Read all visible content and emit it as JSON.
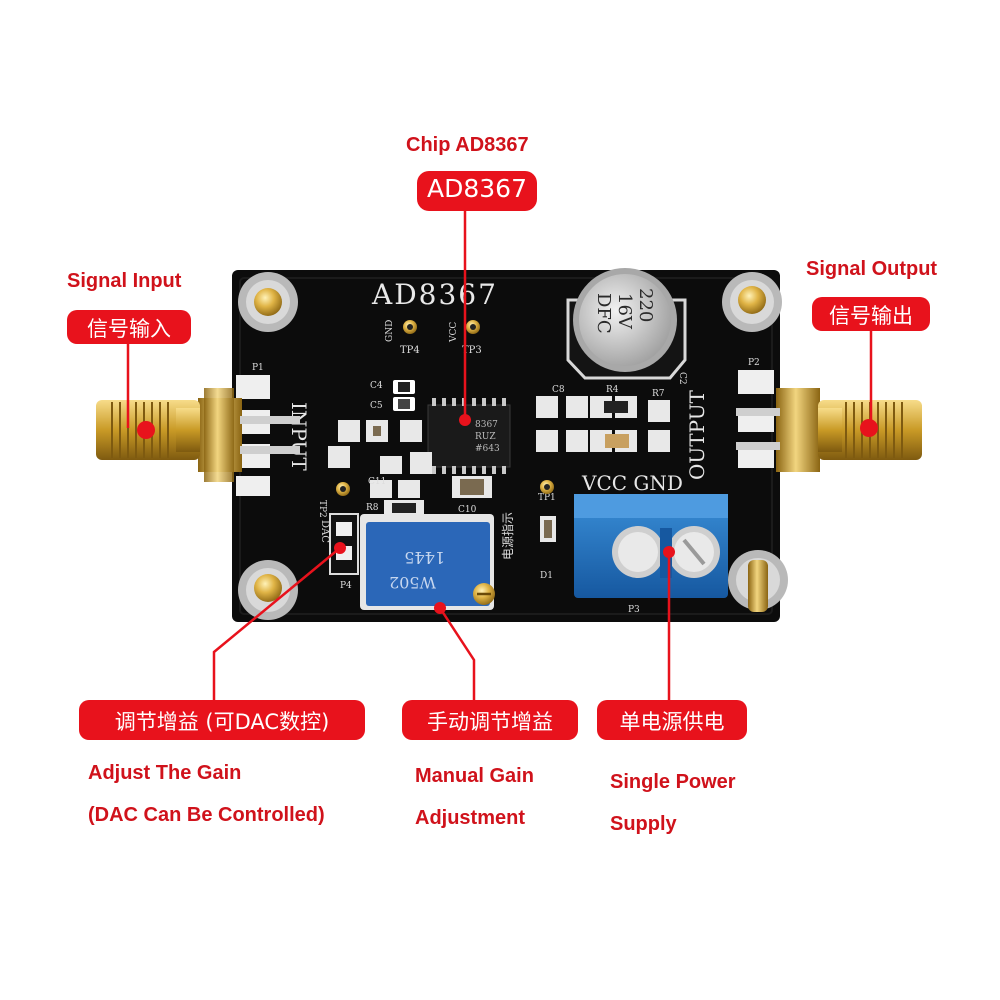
{
  "title": {
    "english": "Chip AD8367",
    "chip_pill": "AD8367"
  },
  "callouts": {
    "signal_input": {
      "english": "Signal Input",
      "chinese": "信号输入"
    },
    "signal_output": {
      "english": "Signal Output",
      "chinese": "信号输出"
    },
    "adjust_gain": {
      "chinese": "调节增益 (可DAC数控)",
      "english_line1": "Adjust The Gain",
      "english_line2": "(DAC Can Be Controlled)"
    },
    "manual_gain": {
      "chinese": "手动调节增益",
      "english_line1": "Manual Gain",
      "english_line2": "Adjustment"
    },
    "power_supply": {
      "chinese": "单电源供电",
      "english_line1": "Single Power",
      "english_line2": "Supply"
    }
  },
  "board": {
    "title": "AD8367",
    "silkscreen": {
      "gnd": "GND",
      "tp4": "TP4",
      "vcc_pin": "VCC",
      "tp3": "TP3",
      "input": "INPUT",
      "output": "OUTPUT",
      "vcc_gnd": "VCC GND",
      "p1": "P1",
      "p2": "P2",
      "p3": "P3",
      "p4": "P4",
      "d1": "D1",
      "dac": "DAC",
      "c4": "C4",
      "c5": "C5",
      "c8": "C8",
      "r4": "R4",
      "r7": "R7",
      "c10": "C10",
      "c11": "C11",
      "r8": "R8",
      "tp1": "TP1",
      "tp2": "TP2",
      "c2": "C2",
      "power_indicator": "电源指示"
    },
    "chip_marking": [
      "8367",
      "RUZ",
      "#643"
    ],
    "capacitor_marking": [
      "220",
      "16V",
      "DFC"
    ],
    "pot_marking": [
      "1445",
      "W502"
    ]
  },
  "colors": {
    "accent": "#e8121c",
    "pcb": "#0d0d0d",
    "gold": "#d4a12a",
    "terminal_blue": "#1f78c8"
  }
}
